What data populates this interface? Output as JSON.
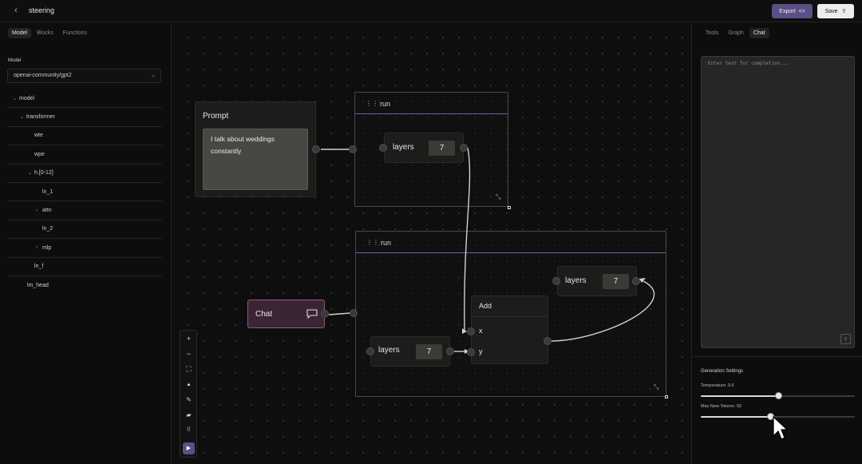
{
  "header": {
    "title": "steering",
    "export_label": "Export",
    "save_label": "Save"
  },
  "left_panel": {
    "tabs": [
      {
        "label": "Model",
        "active": true
      },
      {
        "label": "Blocks",
        "active": false
      },
      {
        "label": "Functions",
        "active": false
      }
    ],
    "model_label": "Model",
    "model_value": "openai-community/gpt2",
    "tree": [
      {
        "label": "model",
        "depth": 0,
        "caret": "v"
      },
      {
        "label": "transformer",
        "depth": 1,
        "caret": "v"
      },
      {
        "label": "wte",
        "depth": 2,
        "caret": ""
      },
      {
        "label": "wpe",
        "depth": 2,
        "caret": ""
      },
      {
        "label": "h.[0-12]",
        "depth": 2,
        "caret": "v"
      },
      {
        "label": "ln_1",
        "depth": 3,
        "caret": ""
      },
      {
        "label": "attn",
        "depth": 3,
        "caret": ">"
      },
      {
        "label": "ln_2",
        "depth": 3,
        "caret": ""
      },
      {
        "label": "mlp",
        "depth": 3,
        "caret": ">"
      },
      {
        "label": "ln_f",
        "depth": 2,
        "caret": ""
      },
      {
        "label": "lm_head",
        "depth": 1,
        "caret": ""
      }
    ]
  },
  "canvas": {
    "prompt_node": {
      "title": "Prompt",
      "text": "I talk about weddings constantly"
    },
    "run_group_1": {
      "title": "run",
      "layers_label": "layers",
      "layers_value": "7"
    },
    "run_group_2": {
      "title": "run",
      "layers_top_label": "layers",
      "layers_top_value": "7",
      "layers_bottom_label": "layers",
      "layers_bottom_value": "7",
      "add_node": {
        "title": "Add",
        "input_x": "x",
        "input_y": "y"
      }
    },
    "chat_node": {
      "title": "Chat"
    }
  },
  "right_panel": {
    "tabs": [
      {
        "label": "Tools",
        "active": false
      },
      {
        "label": "Graph",
        "active": false
      },
      {
        "label": "Chat",
        "active": true
      }
    ],
    "chat_placeholder": "Enter text for completion...",
    "generation_title": "Generation Settings",
    "temperature_label": "Temperature: 0.5",
    "temperature_fraction": 0.5,
    "max_tokens_label": "Max New Tokens: 50",
    "max_tokens_fraction": 0.45
  },
  "colors": {
    "accent": "#5b4f86",
    "chat_node_border": "#8e5c82",
    "group_header_line": "#5c6aa0"
  }
}
